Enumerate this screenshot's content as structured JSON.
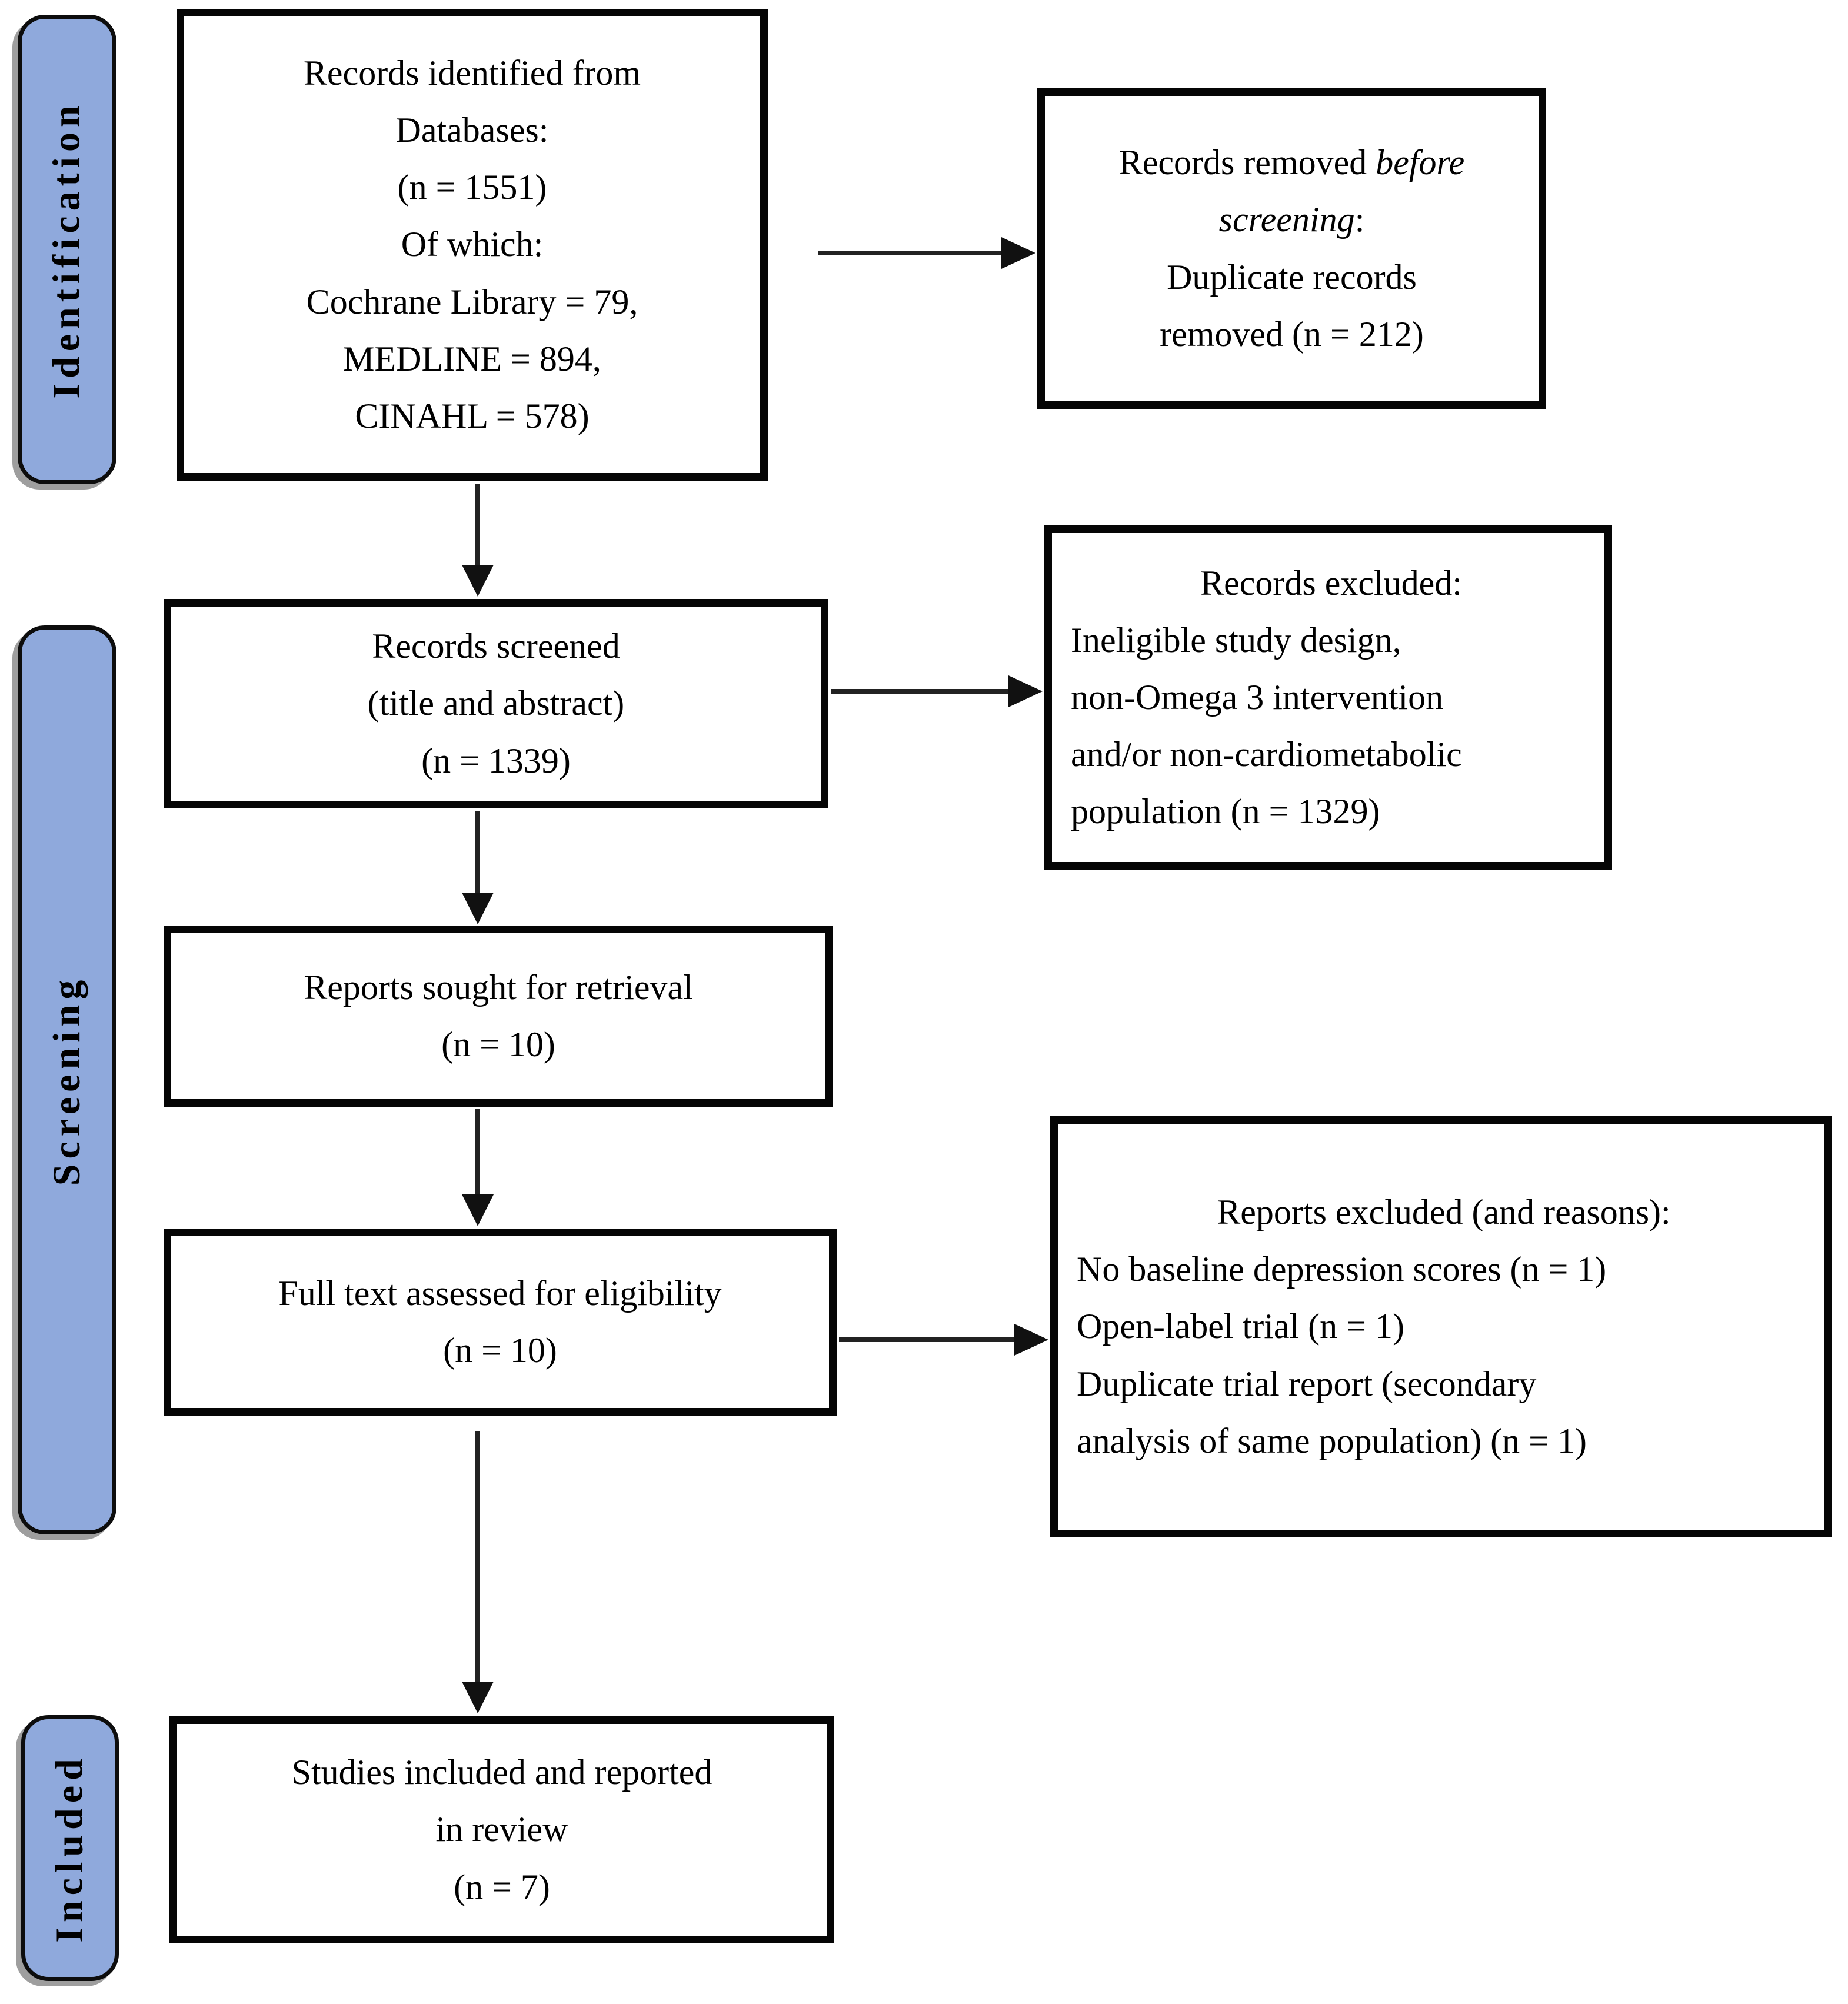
{
  "diagram": {
    "colors": {
      "stage_fill": "#8fa9dc",
      "stage_border": "#0d0d0d",
      "box_border": "#050505",
      "arrow": "#222222",
      "background": "#ffffff",
      "text": "#000000"
    },
    "stages": [
      {
        "label": "Identification"
      },
      {
        "label": "Screening"
      },
      {
        "label": "Included"
      }
    ],
    "boxes": {
      "records_identified": {
        "lines": [
          "Records identified from",
          "Databases:",
          "(n = 1551)",
          "Of which:",
          "Cochrane Library = 79,",
          "MEDLINE = 894,",
          "CINAHL = 578)"
        ]
      },
      "records_removed": {
        "line1_normal": "Records removed ",
        "line1_italic": "before",
        "line2_italic": "screening",
        "line2_normal": ":",
        "line3": "Duplicate records",
        "line4": "removed (n = 212)"
      },
      "records_screened": {
        "lines": [
          "Records screened",
          "(title and abstract)",
          "(n = 1339)"
        ]
      },
      "records_excluded": {
        "title": "Records excluded:",
        "lines": [
          "Ineligible study design,",
          "non-Omega 3 intervention",
          "and/or non-cardiometabolic",
          "population (n = 1329)"
        ]
      },
      "reports_sought": {
        "lines": [
          "Reports sought for retrieval",
          "(n = 10)"
        ]
      },
      "full_text_assessed": {
        "lines": [
          "Full text assessed for eligibility",
          "(n = 10)"
        ]
      },
      "reports_excluded": {
        "title": "Reports excluded (and reasons):",
        "lines": [
          "No baseline depression scores (n = 1)",
          "Open-label trial (n = 1)",
          "Duplicate trial report (secondary",
          "analysis of same population) (n = 1)"
        ]
      },
      "studies_included": {
        "lines": [
          "Studies included and reported",
          "in review",
          "(n = 7)"
        ]
      }
    }
  }
}
